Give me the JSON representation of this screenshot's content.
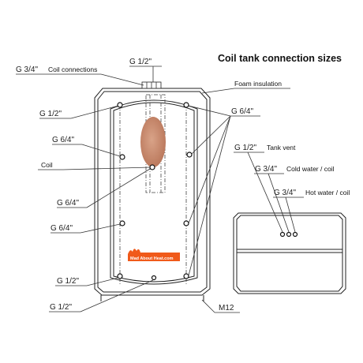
{
  "title": "Coil tank connection sizes",
  "labels": {
    "g34_coil": "G 3/4\"",
    "coil_connections": "Coil connections",
    "g12_top": "G 1/2\"",
    "foam_insulation": "Foam insulation",
    "g12_left_upper": "G 1/2\"",
    "g64_right": "G 6/4\"",
    "g64_left_upper": "G 6/4\"",
    "coil": "Coil",
    "g12_tank_vent": "G 1/2\"",
    "tank_vent": "Tank vent",
    "g34_cold": "G 3/4\"",
    "cold_water_coil": "Cold water / coil",
    "g34_hot": "G 3/4\"",
    "hot_water_coil": "Hot water / coil",
    "g64_left_mid": "G 6/4\"",
    "g64_left_lower": "G 6/4\"",
    "g12_left_lower": "G 1/2\"",
    "g12_bottom": "G 1/2\"",
    "m12": "M12"
  },
  "watermark": "Mad About Heat.com",
  "colors": {
    "coil_element": "#c98b6f",
    "watermark_flame": "#f05a1a",
    "line": "#333333"
  }
}
